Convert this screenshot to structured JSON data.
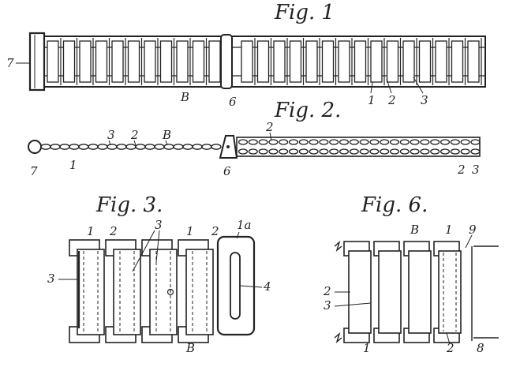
{
  "figures": {
    "fig1": {
      "title": "Fig. 1",
      "labels": [
        "7",
        "B",
        "6",
        "1",
        "2",
        "3"
      ]
    },
    "fig2": {
      "title": "Fig. 2.",
      "labels": [
        "3",
        "2",
        "B",
        "7",
        "1",
        "6",
        "2",
        "2",
        "3"
      ]
    },
    "fig3": {
      "title": "Fig. 3.",
      "labels": [
        "1",
        "2",
        "3",
        "1",
        "2",
        "1a",
        "3",
        "4",
        "B"
      ]
    },
    "fig6": {
      "title": "Fig. 6.",
      "labels": [
        "B",
        "1",
        "9",
        "2",
        "3",
        "1",
        "2",
        "8"
      ]
    }
  },
  "ink_color": "#222222"
}
